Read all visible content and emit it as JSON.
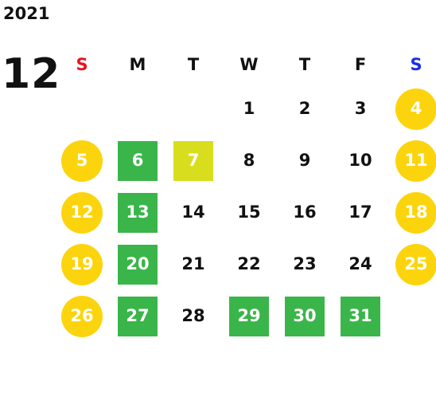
{
  "calendar": {
    "year": "2021",
    "month": "12",
    "colors": {
      "weekend_circle": "#fcd40d",
      "green_square": "#3ab54a",
      "yellow_square": "#d8de1e",
      "sunday_header": "#e8141e",
      "saturday_header": "#1a2ee6"
    },
    "weekdays": [
      {
        "label": "S",
        "style": "sun"
      },
      {
        "label": "M",
        "style": ""
      },
      {
        "label": "T",
        "style": ""
      },
      {
        "label": "W",
        "style": ""
      },
      {
        "label": "T",
        "style": ""
      },
      {
        "label": "F",
        "style": ""
      },
      {
        "label": "S",
        "style": "sat"
      }
    ],
    "weeks": [
      [
        null,
        null,
        null,
        {
          "day": "1"
        },
        {
          "day": "2"
        },
        {
          "day": "3"
        },
        {
          "day": "4",
          "mark": "circle"
        }
      ],
      [
        {
          "day": "5",
          "mark": "circle"
        },
        {
          "day": "6",
          "mark": "green"
        },
        {
          "day": "7",
          "mark": "yellow"
        },
        {
          "day": "8"
        },
        {
          "day": "9"
        },
        {
          "day": "10"
        },
        {
          "day": "11",
          "mark": "circle"
        }
      ],
      [
        {
          "day": "12",
          "mark": "circle"
        },
        {
          "day": "13",
          "mark": "green"
        },
        {
          "day": "14"
        },
        {
          "day": "15"
        },
        {
          "day": "16"
        },
        {
          "day": "17"
        },
        {
          "day": "18",
          "mark": "circle"
        }
      ],
      [
        {
          "day": "19",
          "mark": "circle"
        },
        {
          "day": "20",
          "mark": "green"
        },
        {
          "day": "21"
        },
        {
          "day": "22"
        },
        {
          "day": "23"
        },
        {
          "day": "24"
        },
        {
          "day": "25",
          "mark": "circle"
        }
      ],
      [
        {
          "day": "26",
          "mark": "circle"
        },
        {
          "day": "27",
          "mark": "green"
        },
        {
          "day": "28"
        },
        {
          "day": "29",
          "mark": "green"
        },
        {
          "day": "30",
          "mark": "green"
        },
        {
          "day": "31",
          "mark": "green"
        },
        null
      ]
    ]
  }
}
